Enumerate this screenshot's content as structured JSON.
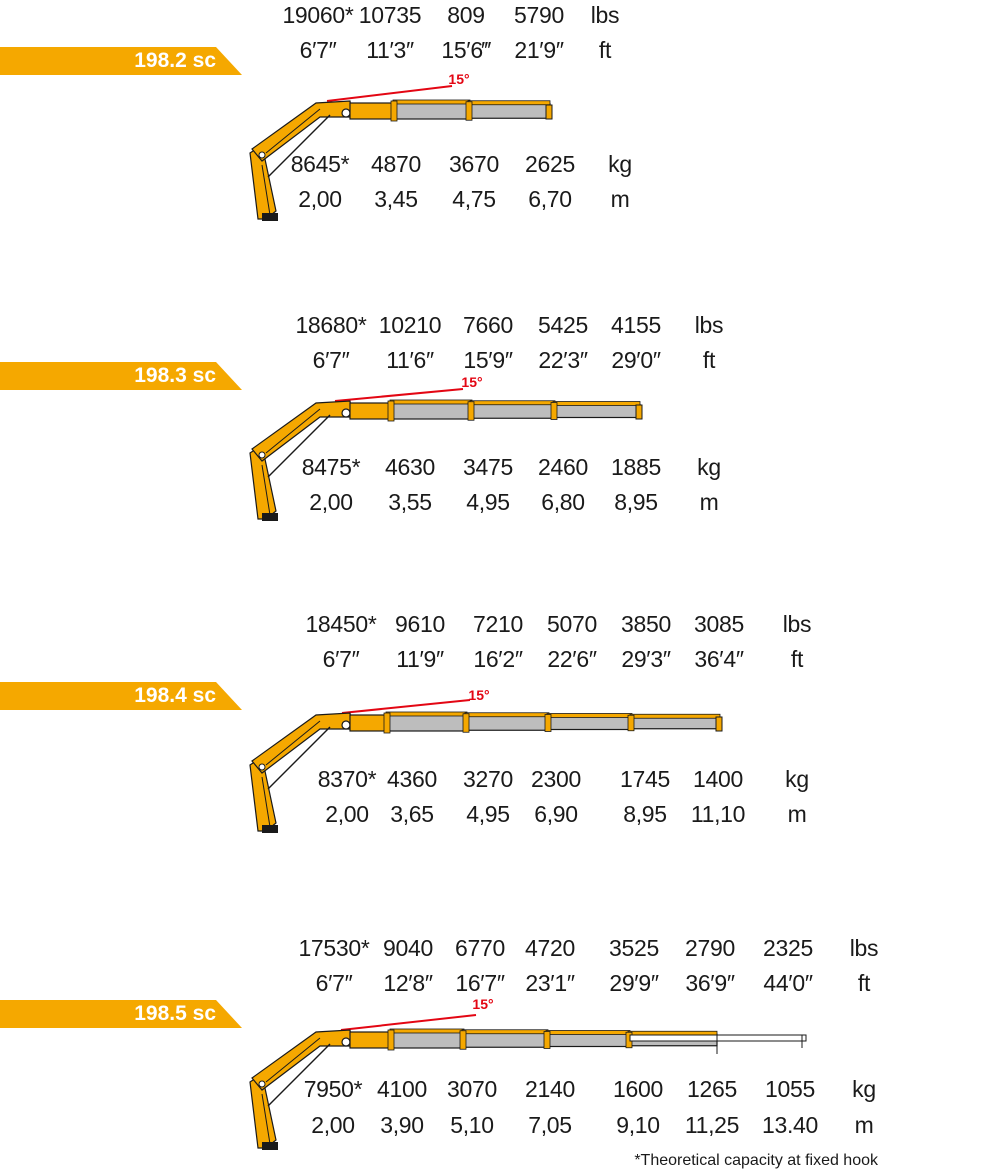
{
  "colors": {
    "accent": "#f5a800",
    "boom_grey": "#bdbdbd",
    "angle_red": "#e30613",
    "outline": "#1a1a1a"
  },
  "configurations": [
    {
      "model": "198.2 sc",
      "angle": "15°",
      "lbs": [
        "19060*",
        "10735",
        "809",
        "5790"
      ],
      "lbs_unit": "lbs",
      "ft": [
        "6′7″",
        "11′3″",
        "15′6‴",
        "21′9″"
      ],
      "ft_unit": "ft",
      "kg": [
        "8645*",
        "4870",
        "3670",
        "2625"
      ],
      "kg_unit": "kg",
      "m": [
        "2,00",
        "3,45",
        "4,75",
        "6,70"
      ],
      "m_unit": "m"
    },
    {
      "model": "198.3 sc",
      "angle": "15°",
      "lbs": [
        "18680*",
        "10210",
        "7660",
        "5425",
        "4155"
      ],
      "lbs_unit": "lbs",
      "ft": [
        "6′7″",
        "11′6″",
        "15′9″",
        "22′3″",
        "29′0″"
      ],
      "ft_unit": "ft",
      "kg": [
        "8475*",
        "4630",
        "3475",
        "2460",
        "1885"
      ],
      "kg_unit": "kg",
      "m": [
        "2,00",
        "3,55",
        "4,95",
        "6,80",
        "8,95"
      ],
      "m_unit": "m"
    },
    {
      "model": "198.4 sc",
      "angle": "15°",
      "lbs": [
        "18450*",
        "9610",
        "7210",
        "5070",
        "3850",
        "3085"
      ],
      "lbs_unit": "lbs",
      "ft": [
        "6′7″",
        "11′9″",
        "16′2″",
        "22′6″",
        "29′3″",
        "36′4″"
      ],
      "ft_unit": "ft",
      "kg": [
        "8370*",
        "4360",
        "3270",
        "2300",
        "1745",
        "1400"
      ],
      "kg_unit": "kg",
      "m": [
        "2,00",
        "3,65",
        "4,95",
        "6,90",
        "8,95",
        "11,10"
      ],
      "m_unit": "m"
    },
    {
      "model": "198.5 sc",
      "angle": "15°",
      "lbs": [
        "17530*",
        "9040",
        "6770",
        "4720",
        "3525",
        "2790",
        "2325"
      ],
      "lbs_unit": "lbs",
      "ft": [
        "6′7″",
        "12′8″",
        "16′7″",
        "23′1″",
        "29′9″",
        "36′9″",
        "44′0″"
      ],
      "ft_unit": "ft",
      "kg": [
        "7950*",
        "4100",
        "3070",
        "2140",
        "1600",
        "1265",
        "1055"
      ],
      "kg_unit": "kg",
      "m": [
        "2,00",
        "3,90",
        "5,10",
        "7,05",
        "9,10",
        "11,25",
        "13.40"
      ],
      "m_unit": "m"
    }
  ],
  "footnote": "*Theoretical capacity at fixed hook"
}
